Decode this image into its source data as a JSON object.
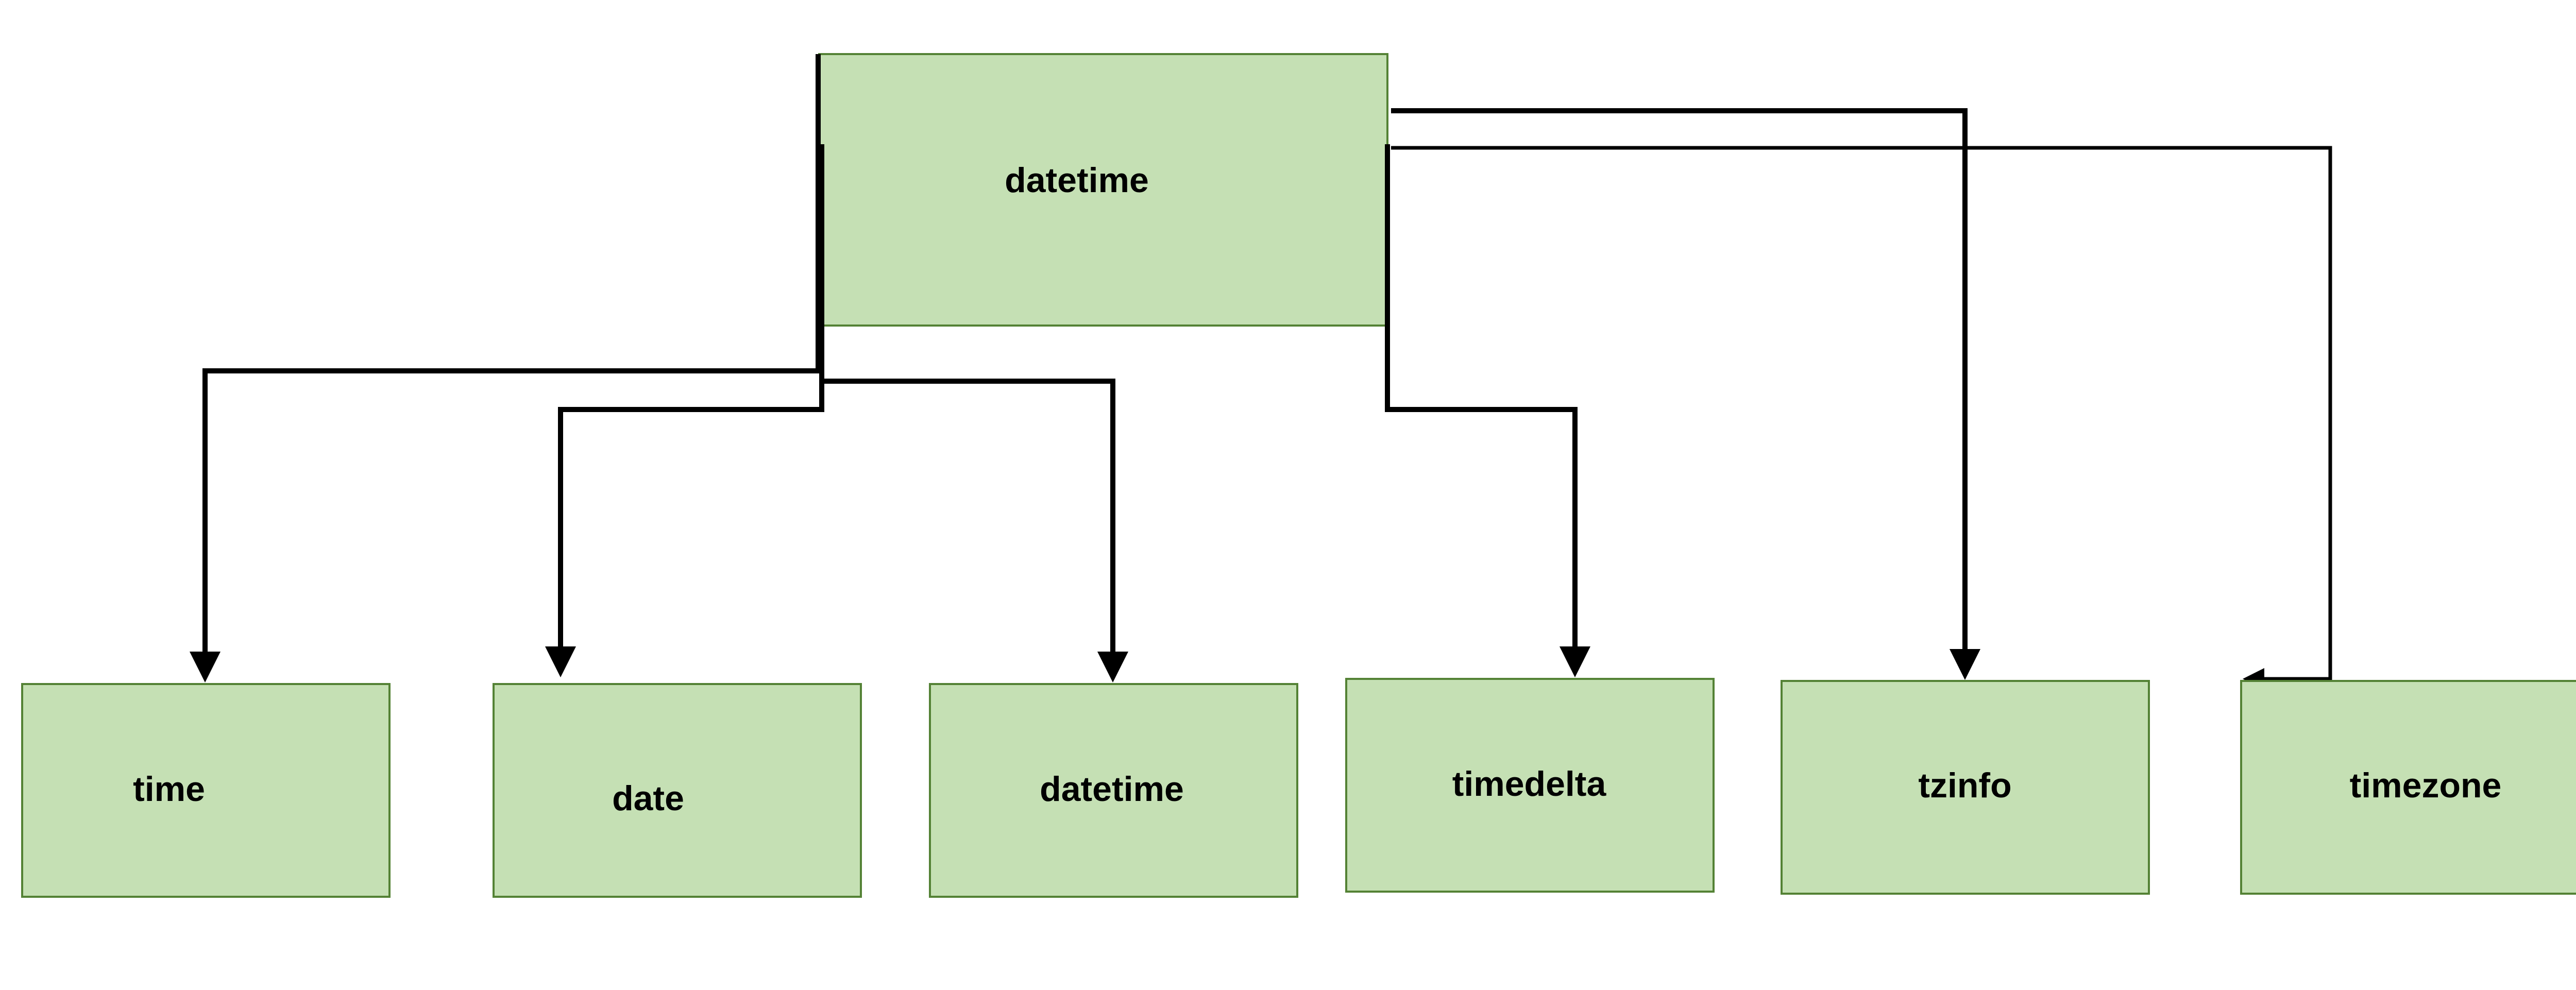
{
  "diagram": {
    "root": {
      "label": "datetime"
    },
    "children": [
      {
        "label": "time"
      },
      {
        "label": "date"
      },
      {
        "label": "datetime"
      },
      {
        "label": "timedelta"
      },
      {
        "label": "tzinfo"
      },
      {
        "label": "timezone"
      }
    ]
  },
  "colors": {
    "box_fill": "#c5e0b4",
    "box_border": "#548235",
    "connector": "#000000"
  }
}
